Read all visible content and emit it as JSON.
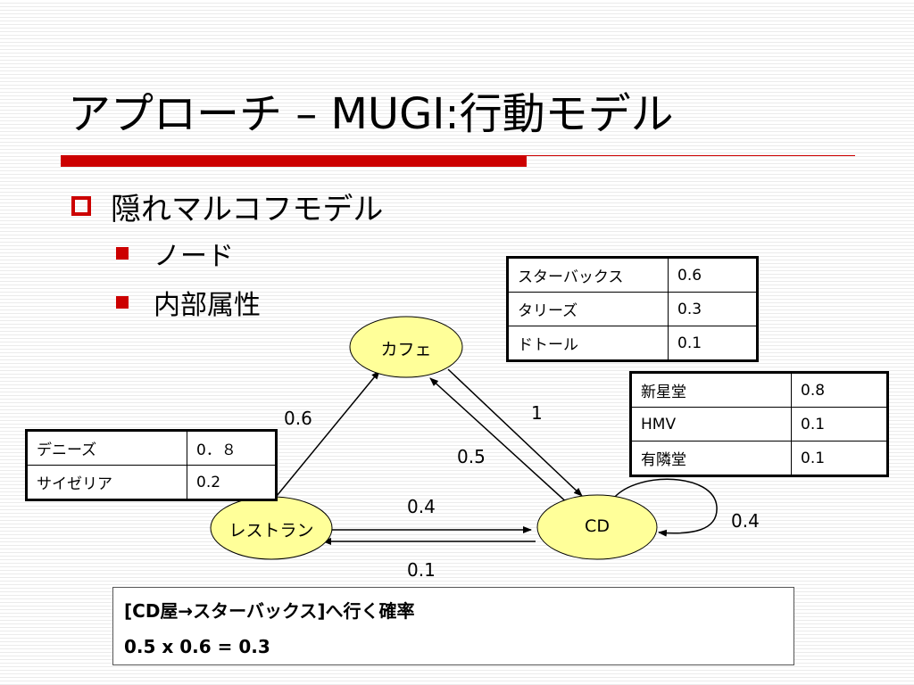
{
  "slide": {
    "title": "アプローチ – MUGI:行動モデル",
    "bullet1": "隠れマルコフモデル",
    "sub_bullets": [
      "ノード",
      "内部属性"
    ]
  },
  "nodes": {
    "cafe": "カフェ",
    "restaurant": "レストラン",
    "cd": "CD"
  },
  "edges": {
    "restaurant_to_cafe": "0.6",
    "cafe_to_cd": "1",
    "cd_to_cafe": "0.5",
    "restaurant_to_cd": "0.4",
    "cd_to_restaurant": "0.1",
    "cd_self": "0.4"
  },
  "tables": {
    "cafe": [
      {
        "name": "スターバックス",
        "value": "0.6"
      },
      {
        "name": "タリーズ",
        "value": "0.3"
      },
      {
        "name": "ドトール",
        "value": "0.1"
      }
    ],
    "cd": [
      {
        "name": "新星堂",
        "value": "0.8"
      },
      {
        "name": "HMV",
        "value": "0.1"
      },
      {
        "name": "有隣堂",
        "value": "0.1"
      }
    ],
    "restaurant": [
      {
        "name": "デニーズ",
        "value": "0．８"
      },
      {
        "name": "サイゼリア",
        "value": "0.2"
      }
    ]
  },
  "formula": {
    "line1": "[CD屋→スターバックス]へ行く確率",
    "line2": "0.5 x 0.6 = 0.3"
  },
  "colors": {
    "accent": "#cc0000",
    "node_fill": "#ffff99"
  }
}
